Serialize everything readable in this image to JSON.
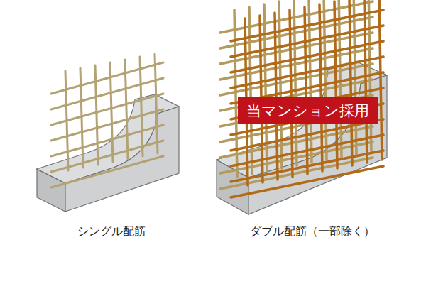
{
  "diagram": {
    "nodes": [
      {
        "text": [
          "当マンション採用"
        ]
      }
    ],
    "labels": [
      "シングル配筋",
      "ダブル配筋（一部除く）"
    ]
  }
}
